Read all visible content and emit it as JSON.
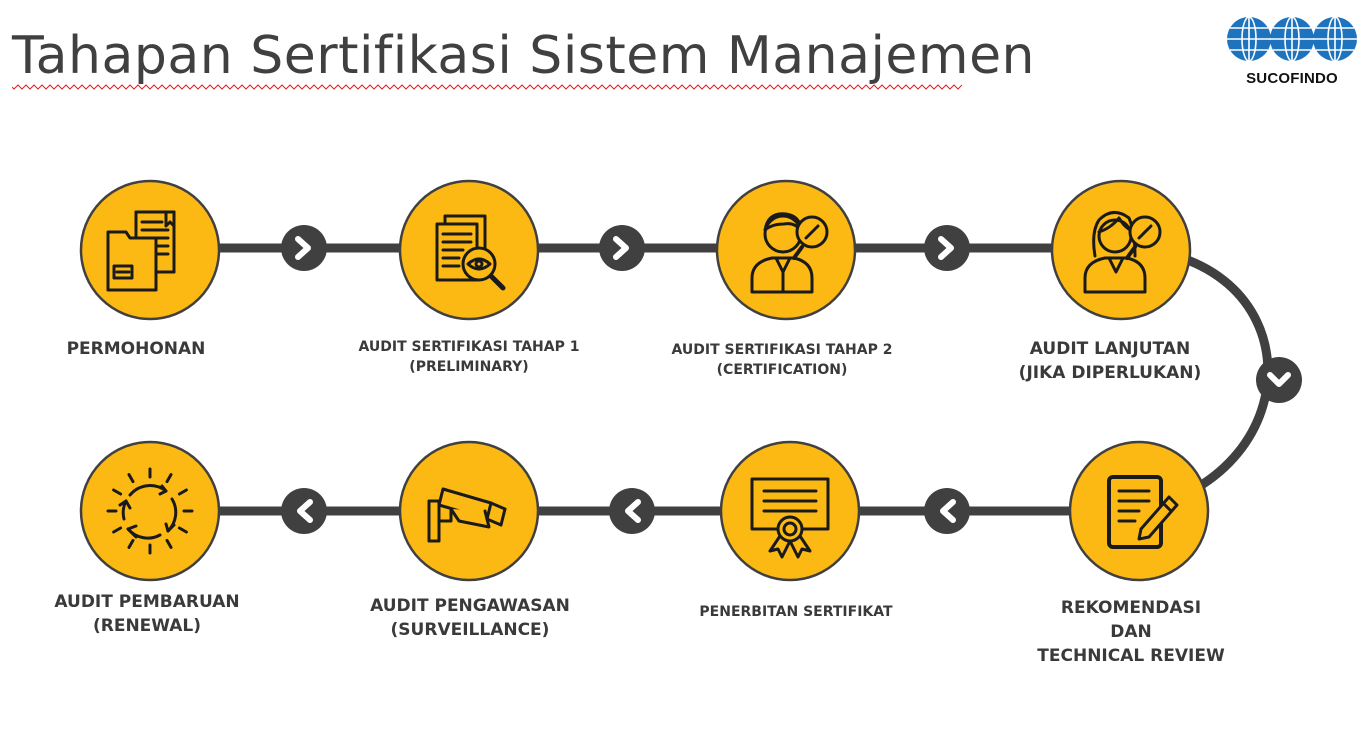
{
  "title": "Tahapan Sertifikasi Sistem Manajemen",
  "logo": {
    "text": "SUCOFINDO",
    "icon": "sucofindo-globe-logo"
  },
  "colors": {
    "circle": "#FDB913",
    "track": "#404040",
    "icon_stroke": "#1a1a1a",
    "logo_blue": "#1E73BE"
  },
  "steps": [
    {
      "icon": "folder-document-icon",
      "label": [
        "PERMOHONAN"
      ]
    },
    {
      "icon": "document-magnifier-eye-icon",
      "label": [
        "AUDIT SERTIFIKASI TAHAP 1",
        "(PRELIMINARY)"
      ]
    },
    {
      "icon": "male-auditor-magnifier-icon",
      "label": [
        "AUDIT SERTIFIKASI TAHAP 2",
        "(CERTIFICATION)"
      ]
    },
    {
      "icon": "female-auditor-magnifier-icon",
      "label": [
        "AUDIT LANJUTAN",
        "(JIKA DIPERLUKAN)"
      ]
    },
    {
      "icon": "clipboard-pen-icon",
      "label": [
        "REKOMENDASI",
        "DAN",
        "TECHNICAL REVIEW"
      ]
    },
    {
      "icon": "certificate-ribbon-icon",
      "label": [
        "PENERBITAN SERTIFIKAT"
      ]
    },
    {
      "icon": "cctv-camera-icon",
      "label": [
        "AUDIT PENGAWASAN",
        "(SURVEILLANCE)"
      ]
    },
    {
      "icon": "renewal-cycle-icon",
      "label": [
        "AUDIT PEMBARUAN",
        "(RENEWAL)"
      ]
    }
  ]
}
